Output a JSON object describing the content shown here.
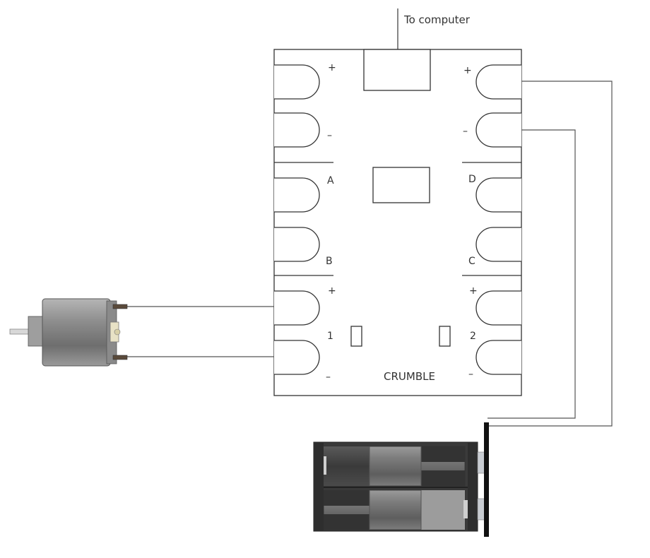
{
  "cable_label": "To computer",
  "board": {
    "name": "CRUMBLE",
    "left_pads": [
      "+",
      "–",
      "A",
      "B",
      "+",
      "1",
      "–"
    ],
    "right_pads": [
      "+",
      "–",
      "D",
      "C",
      "+",
      "2",
      "–"
    ]
  },
  "colors": {
    "outline": "#333333",
    "wire": "#444444",
    "motor_body": "#8a8a8a",
    "battery_body": "#4a4a4a",
    "battery_cell": "#7a7a7a"
  }
}
